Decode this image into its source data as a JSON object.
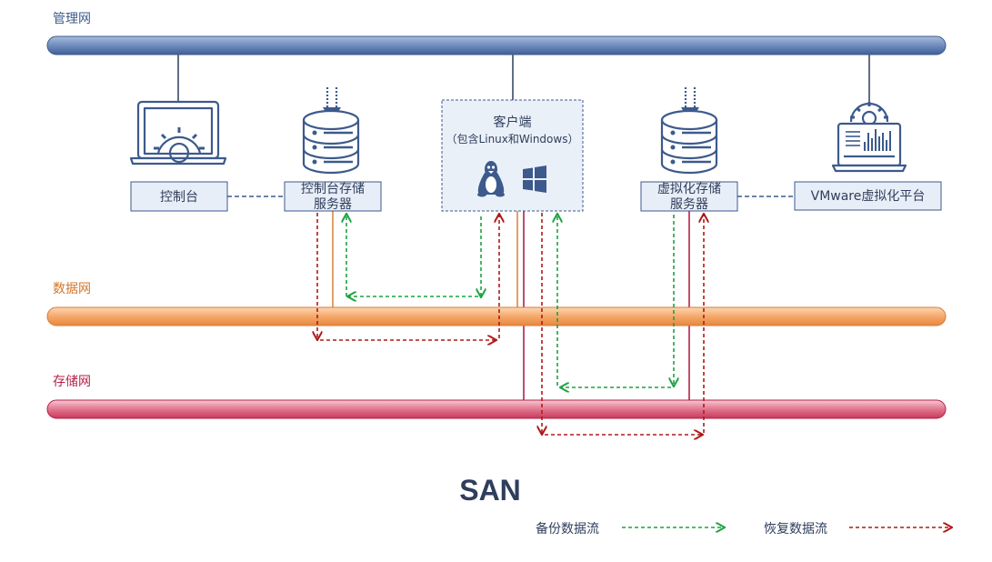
{
  "networks": {
    "management": {
      "label": "管理网",
      "color": "#3d5a8c"
    },
    "data": {
      "label": "数据网",
      "color": "#d4762a"
    },
    "storage": {
      "label": "存储网",
      "color": "#b5204a"
    }
  },
  "nodes": {
    "console": {
      "label": "控制台",
      "icon": "laptop-gear-icon"
    },
    "console_storage": {
      "line1": "控制台存储",
      "line2": "服务器",
      "icon": "database-server-icon"
    },
    "client": {
      "title": "客户端",
      "subtitle": "（包含Linux和Windows）",
      "icons": [
        "linux-tux-icon",
        "windows-logo-icon"
      ]
    },
    "virt_storage": {
      "line1": "虚拟化存储",
      "line2": "服务器",
      "icon": "database-server-icon"
    },
    "vmware": {
      "label": "VMware虚拟化平台",
      "icon": "monitor-gear-icon"
    }
  },
  "san_label": "SAN",
  "legend": {
    "backup": {
      "label": "备份数据流",
      "color": "#1aa340"
    },
    "restore": {
      "label": "恢复数据流",
      "color": "#b01818"
    }
  },
  "colors": {
    "box_border": "#3d5a8c",
    "box_fill": "#e8eef7",
    "text": "#2f3e5c"
  }
}
